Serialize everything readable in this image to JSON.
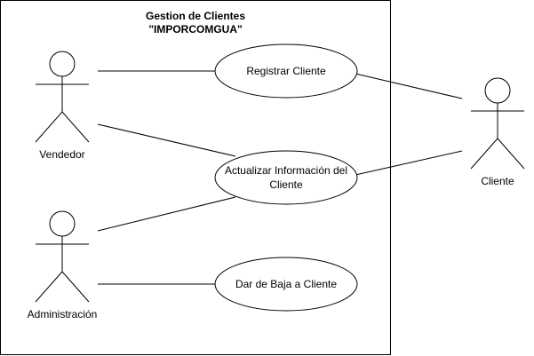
{
  "system": {
    "title_line1": "Gestion de Clientes",
    "title_line2": "\"IMPORCOMGUA\""
  },
  "actors": {
    "vendedor": "Vendedor",
    "administracion": "Administración",
    "cliente": "Cliente"
  },
  "use_cases": {
    "registrar": "Registrar Cliente",
    "actualizar_line1": "Actualizar Información del",
    "actualizar_line2": "Cliente",
    "dar_baja": "Dar de Baja a Cliente"
  }
}
